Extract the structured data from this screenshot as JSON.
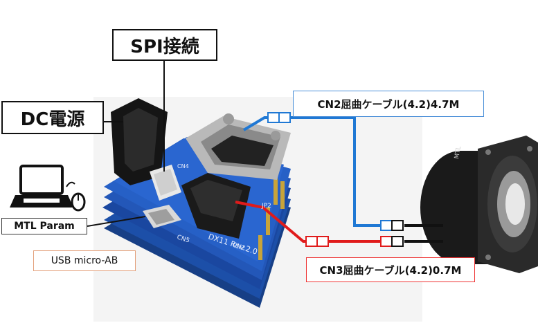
{
  "labels": {
    "spi": "SPI接続",
    "dc_power": "DC電源",
    "mtl_param": "MTL Param",
    "usb": "USB micro-AB",
    "cn2_cable": "CN2屈曲ケーブル(4.2)4.7M",
    "cn3_cable": "CN3屈曲ケーブル(4.2)0.7M"
  },
  "board_text": {
    "model": "DX11 Rev.2.0",
    "cn5": "CN5",
    "cn2": "CN2",
    "jp2": "JP2",
    "cn4": "CN4",
    "motor_brand": "MTL"
  },
  "colors": {
    "cn2_line": "#1f78d4",
    "cn3_line": "#e01b1b",
    "pcb": "#1c4fa8",
    "dark": "#111111"
  },
  "icons": {
    "laptop": "laptop-icon",
    "mouse": "mouse-icon"
  }
}
